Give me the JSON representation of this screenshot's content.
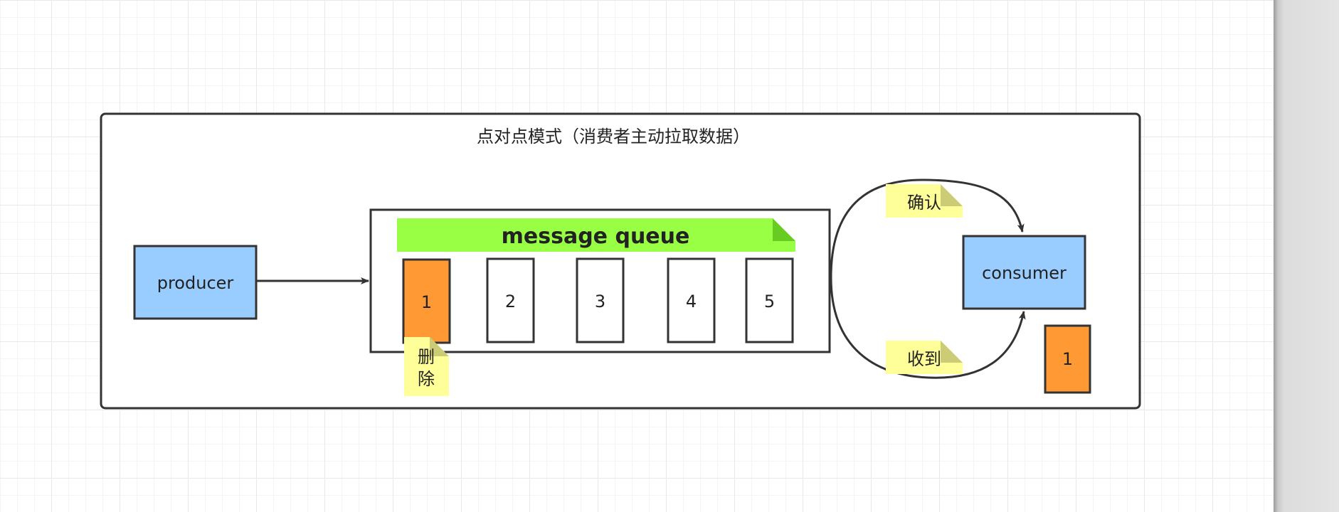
{
  "diagram": {
    "title": "点对点模式（消费者主动拉取数据）",
    "producer": "producer",
    "consumer": "consumer",
    "queue_label": "message queue",
    "slots": [
      "1",
      "2",
      "3",
      "4",
      "5"
    ],
    "consumed_message": "1",
    "note_delete": [
      "删",
      "除"
    ],
    "note_confirm": "确认",
    "note_received": "收到"
  },
  "colors": {
    "message_active": "#ff9933",
    "process_box": "#99ccff",
    "queue_banner": "#99ff44",
    "note": "#ffff99",
    "border": "#333333"
  }
}
